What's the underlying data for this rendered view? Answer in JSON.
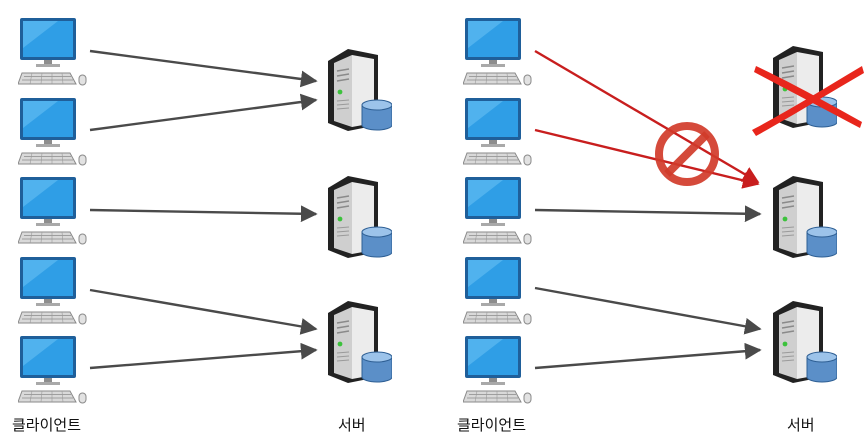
{
  "labels": {
    "left_clients": "클라이언트",
    "left_servers": "서버",
    "right_clients": "클라이언트",
    "right_servers": "서버"
  },
  "colors": {
    "arrow_normal": "#4a4a4a",
    "arrow_blocked": "#c81e1e",
    "failure_mark": "#e8261c",
    "prohibited_sign": "#d13b2a",
    "monitor_screen": "#2f9ee6",
    "server_body": "#e6e6e6",
    "database": "#5b8fc8"
  },
  "icons": {
    "client": "desktop-computer-icon",
    "server": "server-with-database-icon",
    "failure": "red-x-icon",
    "blocked": "prohibited-sign-icon"
  },
  "panels": [
    {
      "name": "left",
      "clients": 5,
      "servers": [
        {
          "status": "up",
          "clients": [
            1,
            2
          ]
        },
        {
          "status": "up",
          "clients": [
            3
          ]
        },
        {
          "status": "up",
          "clients": [
            4,
            5
          ]
        }
      ]
    },
    {
      "name": "right",
      "clients": 5,
      "servers": [
        {
          "status": "down",
          "clients": []
        },
        {
          "status": "up",
          "clients": [
            1,
            2,
            3
          ],
          "rerouted_clients": [
            1,
            2
          ]
        },
        {
          "status": "up",
          "clients": [
            4,
            5
          ]
        }
      ]
    }
  ]
}
